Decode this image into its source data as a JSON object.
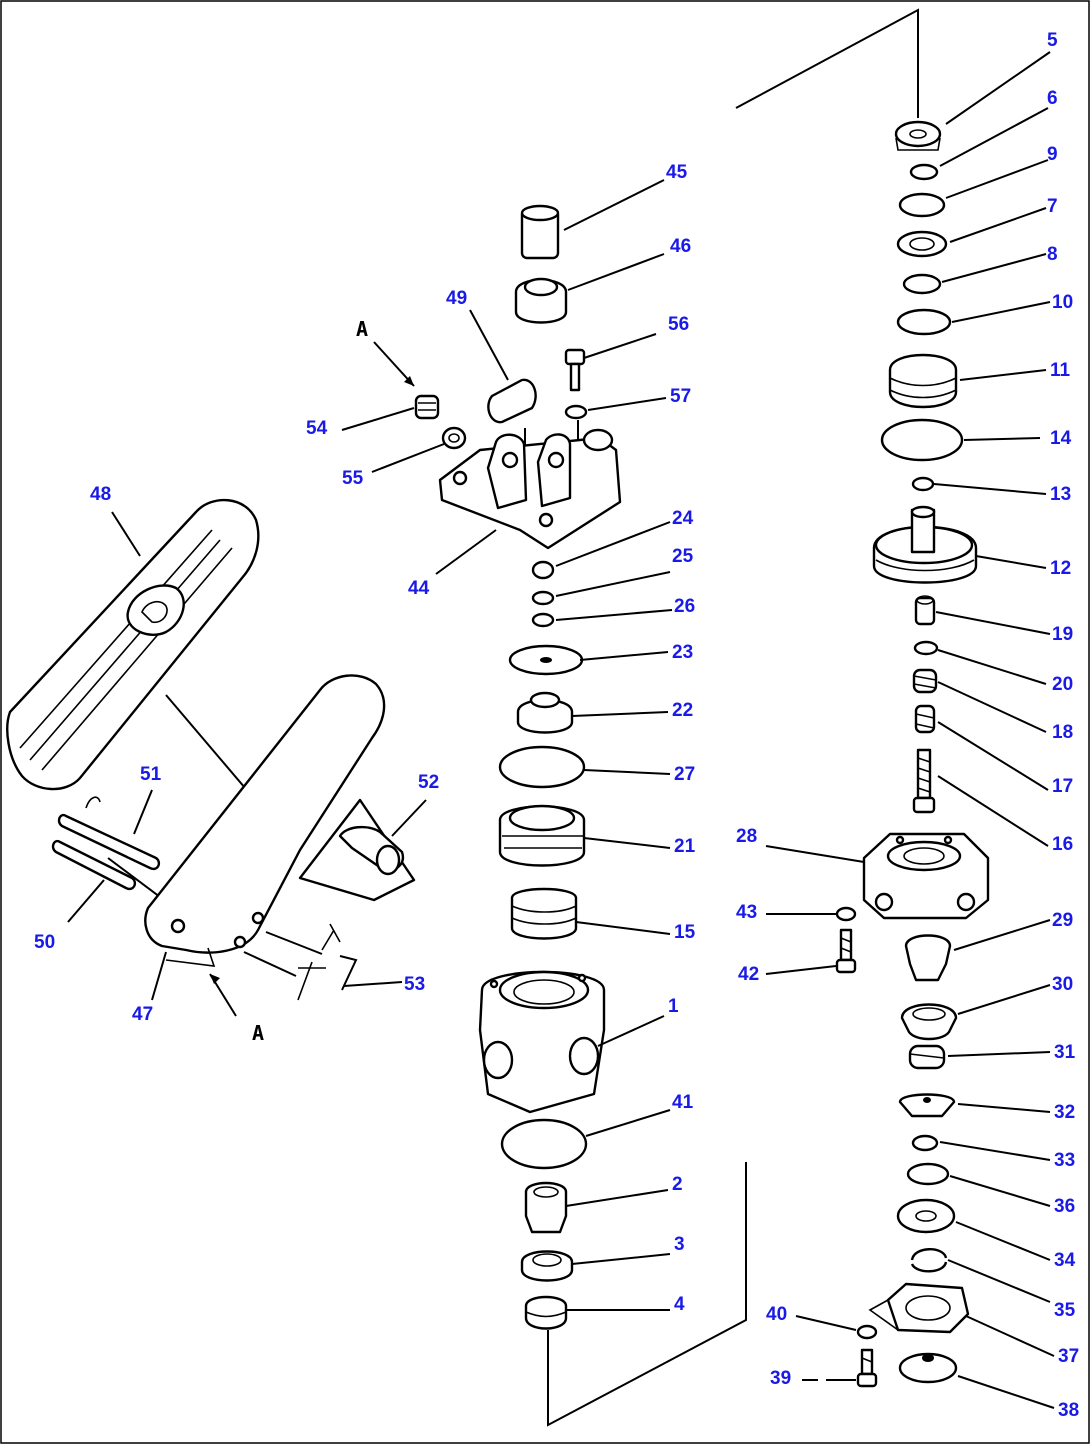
{
  "figure": {
    "view_label": "A",
    "callouts": [
      "1",
      "2",
      "3",
      "4",
      "5",
      "6",
      "7",
      "8",
      "9",
      "10",
      "11",
      "12",
      "13",
      "14",
      "15",
      "16",
      "17",
      "18",
      "19",
      "20",
      "21",
      "22",
      "23",
      "24",
      "25",
      "26",
      "27",
      "28",
      "29",
      "30",
      "31",
      "32",
      "33",
      "34",
      "35",
      "36",
      "37",
      "38",
      "39",
      "40",
      "41",
      "42",
      "43",
      "44",
      "45",
      "46",
      "47",
      "48",
      "49",
      "50",
      "51",
      "52",
      "53",
      "54",
      "55",
      "56",
      "57"
    ]
  }
}
